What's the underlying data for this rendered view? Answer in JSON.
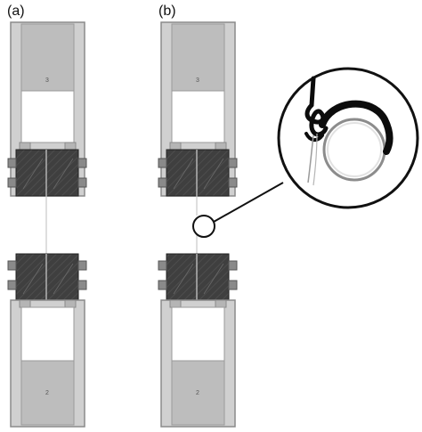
{
  "panels": [
    {
      "label": "(a)",
      "top_plate_text": "3",
      "bottom_plate_text": "2"
    },
    {
      "label": "(b)",
      "top_plate_text": "3",
      "bottom_plate_text": "2"
    }
  ],
  "colors": {
    "frame": "#a6a6a6",
    "frame_light": "#d3d3d3",
    "clamp": "#3f3f3f",
    "clamp_dark": "#252525",
    "fiber": "#c8c8c8",
    "callout": "#111111"
  },
  "icons": [
    "magnifier-callout"
  ]
}
